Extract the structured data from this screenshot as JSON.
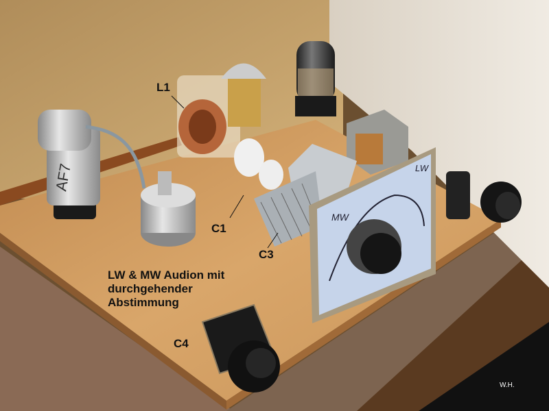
{
  "photo": {
    "caption": "LW & MW Audion mit durchgehender Abstimmung",
    "labels": {
      "l1": "L1",
      "c1": "C1",
      "c3": "C3",
      "c4": "C4"
    },
    "credit": "W.H.",
    "dial": {
      "left_band": "MW",
      "right_band": "LW"
    },
    "tube_marking": "AF7"
  }
}
